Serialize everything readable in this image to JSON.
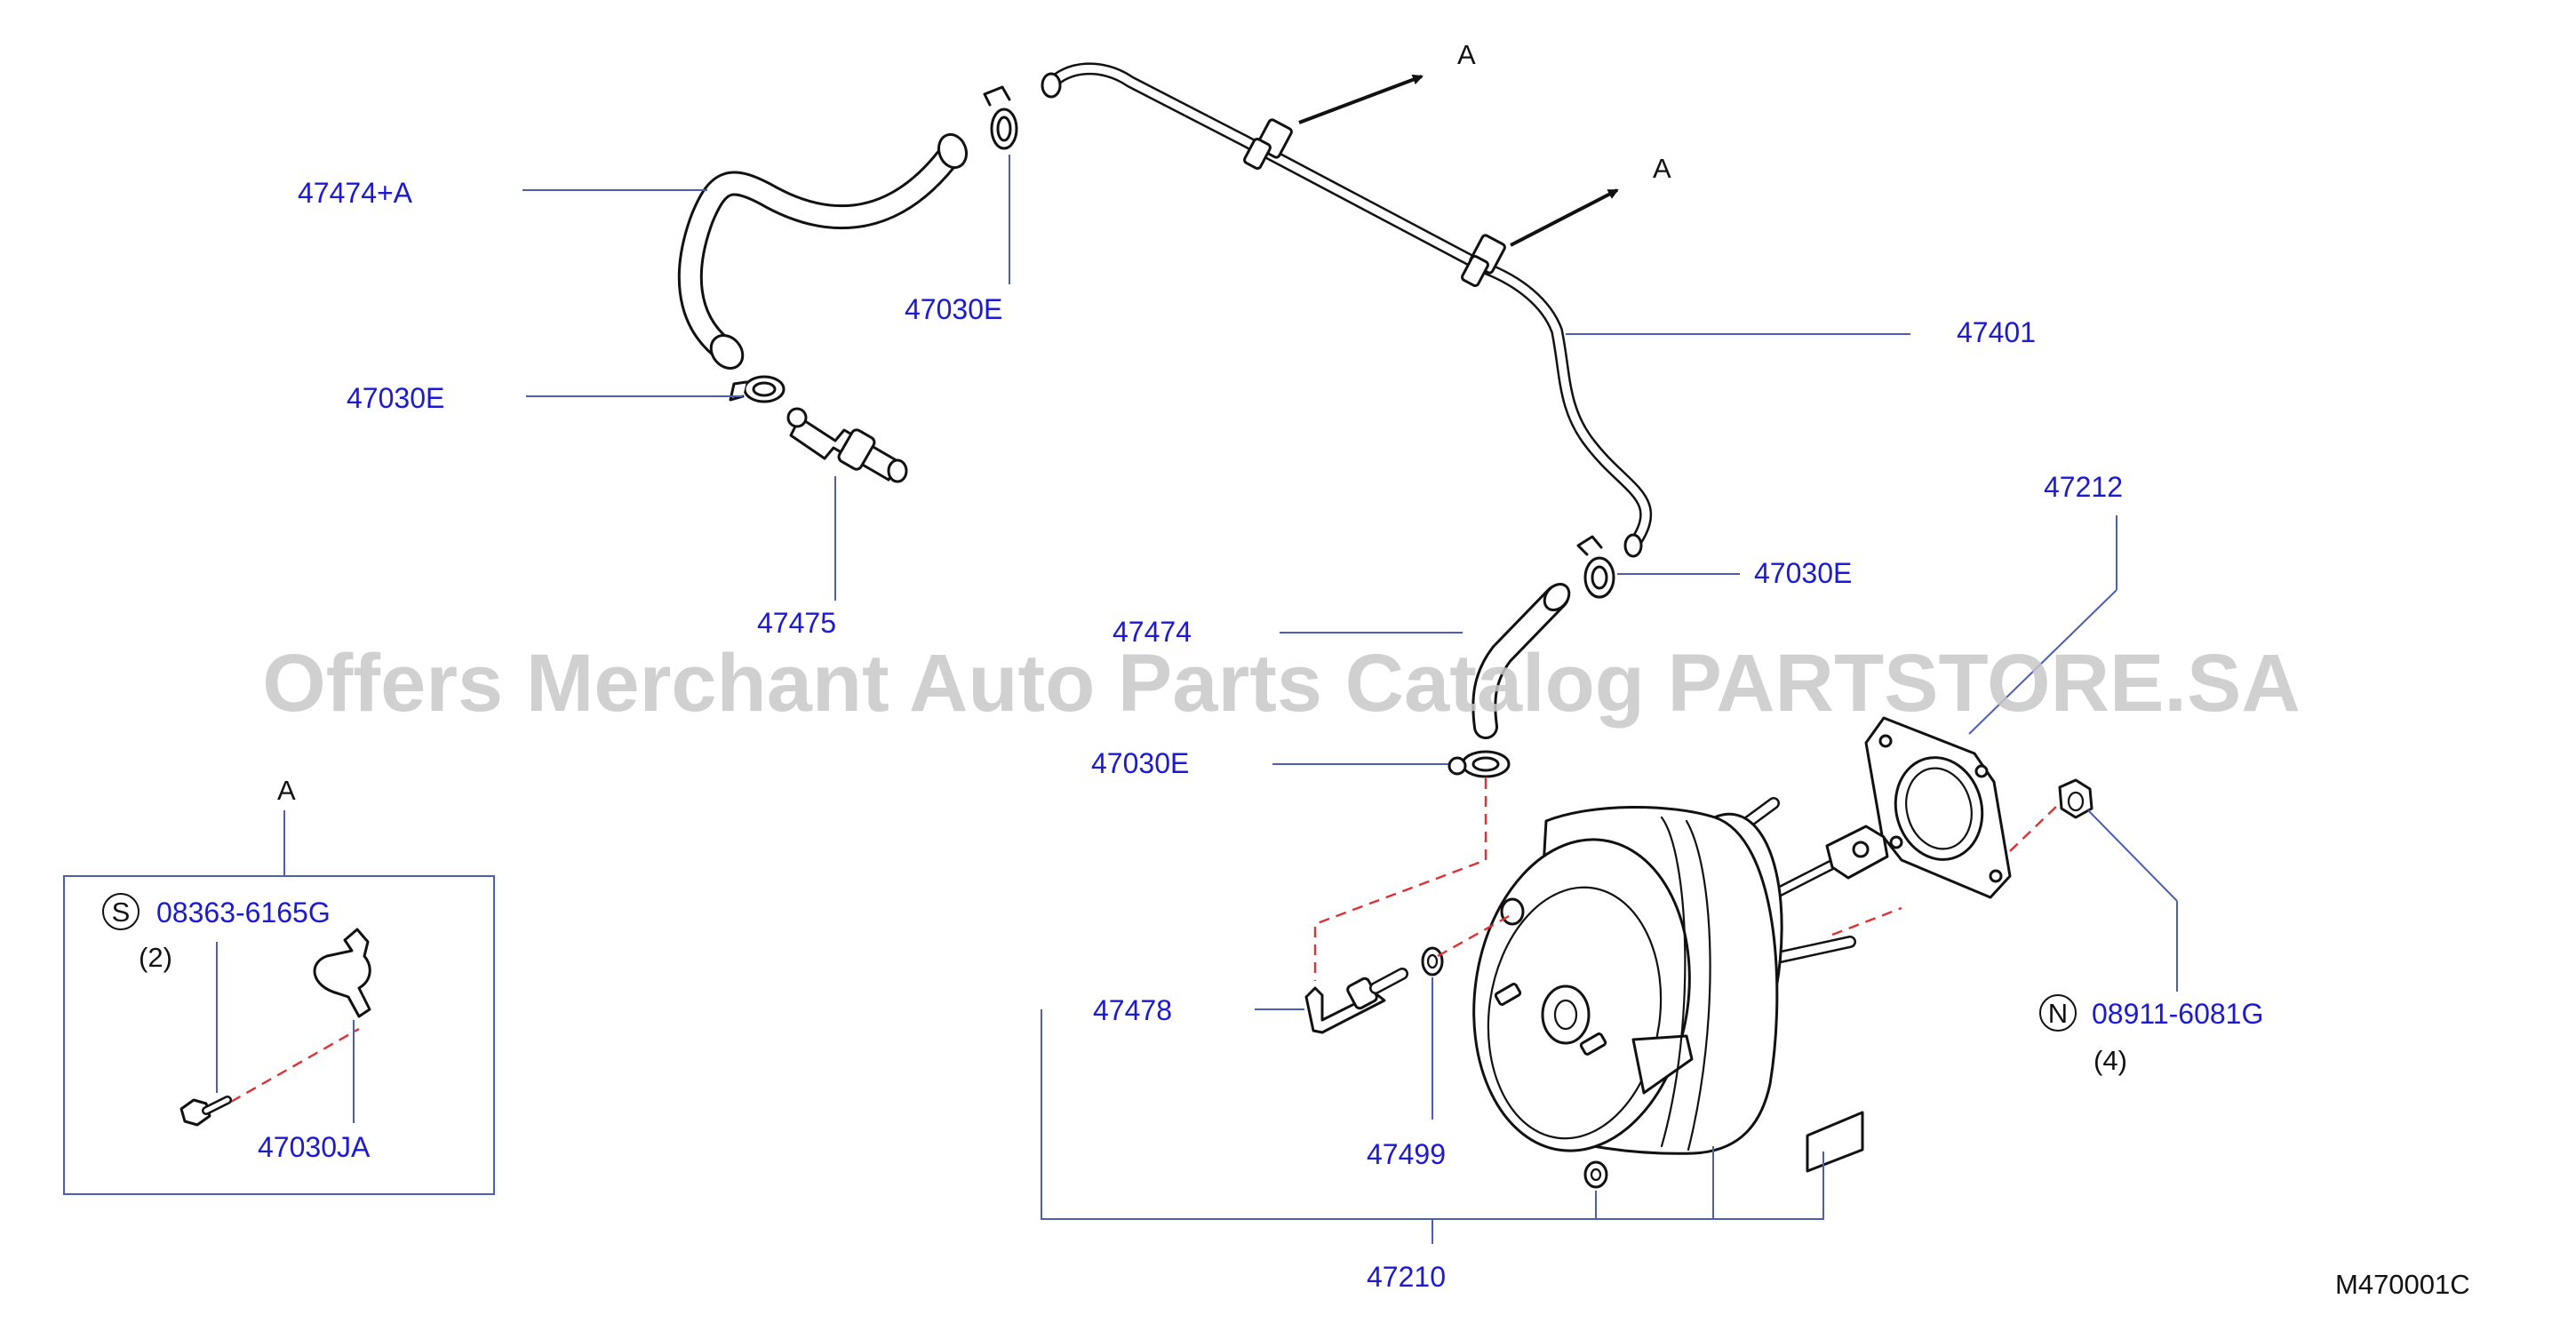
{
  "watermark": "Offers Merchant Auto Parts Catalog PARTSTORE.SA",
  "diagram_code": "M470001C",
  "view_markers": [
    "A",
    "A",
    "A"
  ],
  "callouts": {
    "p47474a": "47474+A",
    "p47030e_1": "47030E",
    "p47030e_2": "47030E",
    "p47030e_3": "47030E",
    "p47030e_4": "47030E",
    "p47401": "47401",
    "p47475": "47475",
    "p47474": "47474",
    "p47212": "47212",
    "p47478": "47478",
    "p47499": "47499",
    "p47210": "47210",
    "p47030ja": "47030JA"
  },
  "hardware": {
    "screw": {
      "symbol": "S",
      "part_no": "08363-6165G",
      "qty": "(2)"
    },
    "nut": {
      "symbol": "N",
      "part_no": "08911-6081G",
      "qty": "(4)"
    }
  },
  "colors": {
    "callout_text": "#1a1ad6",
    "leader_line": "#4a5fb3",
    "dashed_line": "#e03030",
    "watermark": "#c8c8c8"
  }
}
